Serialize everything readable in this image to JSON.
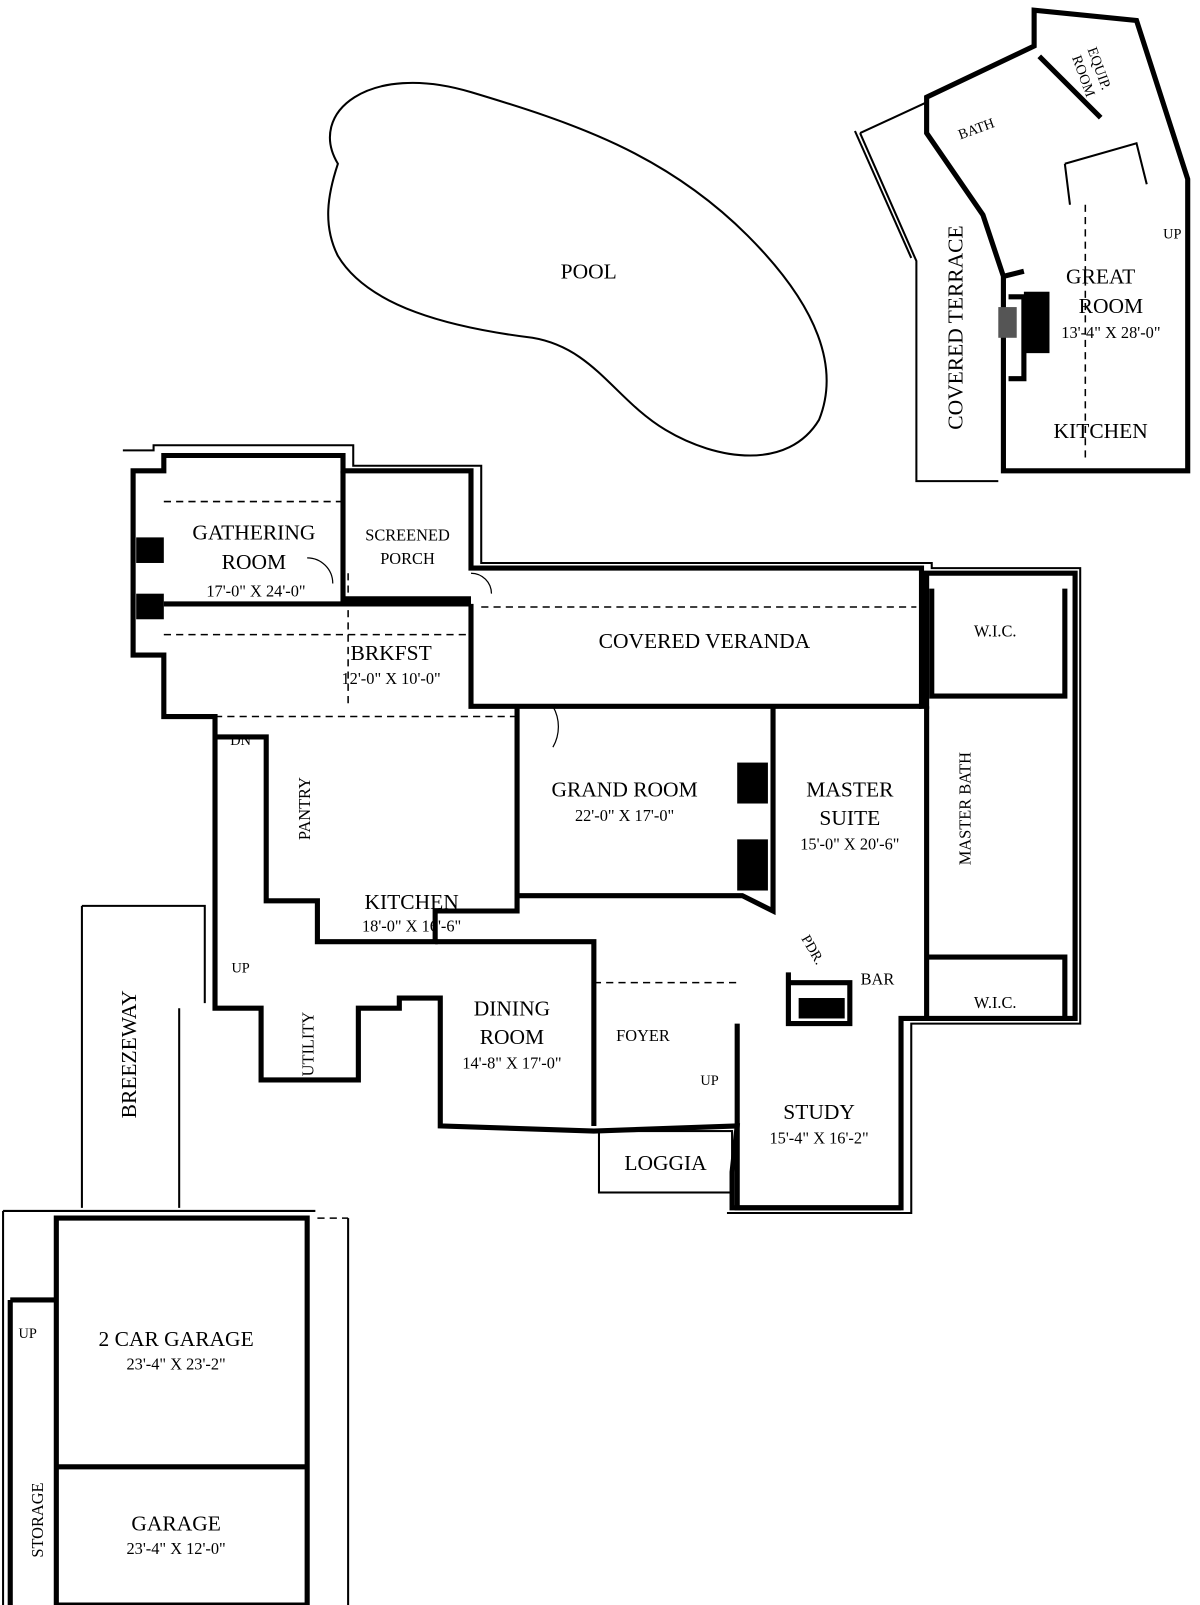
{
  "plan": {
    "pool": "POOL",
    "pool_house": {
      "covered_terrace": "COVERED TERRACE",
      "bath": "BATH",
      "equip_room_line1": "EQUIP.",
      "equip_room_line2": "ROOM",
      "up": "UP",
      "great_room_line1": "GREAT",
      "great_room_line2": "ROOM",
      "great_room_dim": "13'-4\" X 28'-0\"",
      "kitchen": "KITCHEN"
    },
    "rooms": {
      "gathering_line1": "GATHERING",
      "gathering_line2": "ROOM",
      "gathering_dim": "17'-0\" X 24'-0\"",
      "screened_line1": "SCREENED",
      "screened_line2": "PORCH",
      "brkfst": "BRKFST",
      "brkfst_dim": "12'-0\" X 10'-0\"",
      "veranda": "COVERED VERANDA",
      "wic_top": "W.I.C.",
      "wic_bottom": "W.I.C.",
      "dn": "DN",
      "pantry": "PANTRY",
      "grand_room": "GRAND ROOM",
      "grand_room_dim": "22'-0\" X 17'-0\"",
      "master_line1": "MASTER",
      "master_line2": "SUITE",
      "master_dim": "15'-0\" X 20'-6\"",
      "master_bath": "MASTER BATH",
      "kitchen": "KITCHEN",
      "kitchen_dim": "18'-0\" X 16'-6\"",
      "up_stair": "UP",
      "pdr": "PDR.",
      "bar": "BAR",
      "breezeway": "BREEZEWAY",
      "utility": "UTILITY",
      "dining_line1": "DINING",
      "dining_line2": "ROOM",
      "dining_dim": "14'-8\" X 17'-0\"",
      "foyer": "FOYER",
      "foyer_up": "UP",
      "study": "STUDY",
      "study_dim": "15'-4\" X 16'-2\"",
      "loggia": "LOGGIA",
      "garage2": "2 CAR GARAGE",
      "garage2_dim": "23'-4\" X 23'-2\"",
      "garage_up": "UP",
      "storage": "STORAGE",
      "garage": "GARAGE",
      "garage_dim": "23'-4\" X 12'-0\""
    }
  }
}
